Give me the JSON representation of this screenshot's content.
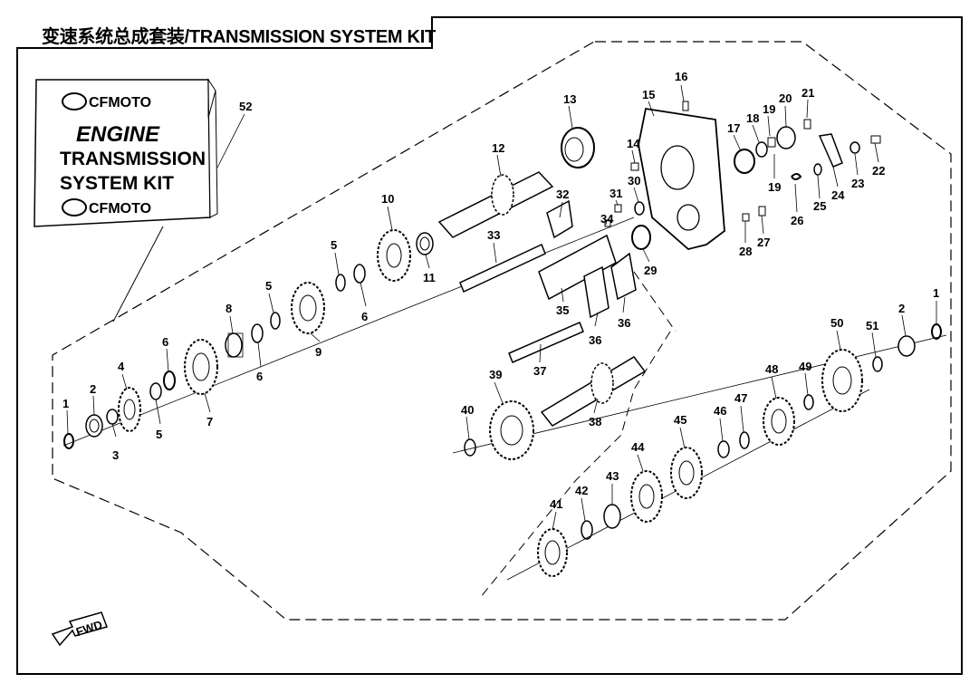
{
  "header": {
    "title": "变速系统总成套装/TRANSMISSION SYSTEM KIT"
  },
  "kit_card": {
    "brand_top": "CFMOTO",
    "engine_label": "ENGINE",
    "line1": "TRANSMISSION",
    "line2": "SYSTEM KIT",
    "brand_bottom": "CFMOTO"
  },
  "direction_arrow": {
    "label": "FWD"
  },
  "callouts": [
    "1",
    "2",
    "3",
    "4",
    "5",
    "5",
    "5",
    "6",
    "6",
    "6",
    "7",
    "8",
    "9",
    "10",
    "11",
    "12",
    "13",
    "14",
    "15",
    "16",
    "17",
    "18",
    "19",
    "19",
    "20",
    "21",
    "22",
    "23",
    "24",
    "25",
    "26",
    "27",
    "28",
    "29",
    "30",
    "31",
    "32",
    "33",
    "34",
    "35",
    "36",
    "36",
    "37",
    "38",
    "39",
    "40",
    "41",
    "42",
    "43",
    "44",
    "45",
    "46",
    "47",
    "48",
    "49",
    "50",
    "51",
    "2",
    "1",
    "52"
  ],
  "colors": {
    "line": "#000000",
    "background": "#ffffff"
  }
}
